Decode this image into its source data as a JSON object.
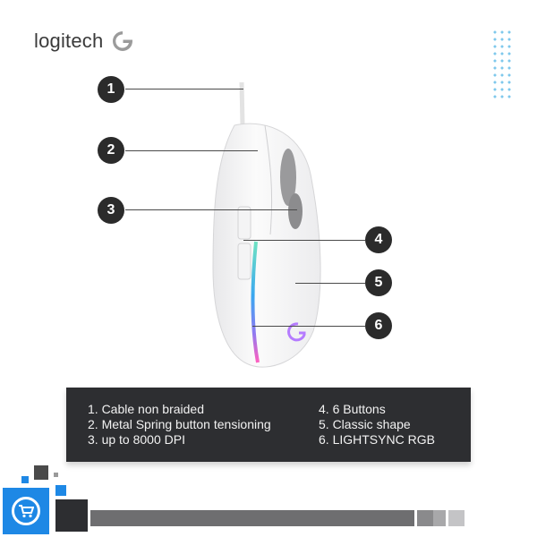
{
  "brand": {
    "logo_text": "logitech",
    "g_logo_icon": "logitech-g-icon",
    "g_color": "#9b9b9b"
  },
  "callouts": [
    {
      "number": "1"
    },
    {
      "number": "2"
    },
    {
      "number": "3"
    },
    {
      "number": "4"
    },
    {
      "number": "5"
    },
    {
      "number": "6"
    }
  ],
  "specs": {
    "left": [
      "1. Cable non braided",
      "2. Metal Spring button tensioning",
      "3. up to 8000 DPI"
    ],
    "right": [
      "4. 6 Buttons",
      "5. Classic shape",
      "6. LIGHTSYNC RGB"
    ]
  },
  "colors": {
    "panel": "#2d2e31",
    "accent_blue": "#1e88e5",
    "callout_fill": "#2b2b2b"
  },
  "cart_icon": "shopping-cart-icon"
}
